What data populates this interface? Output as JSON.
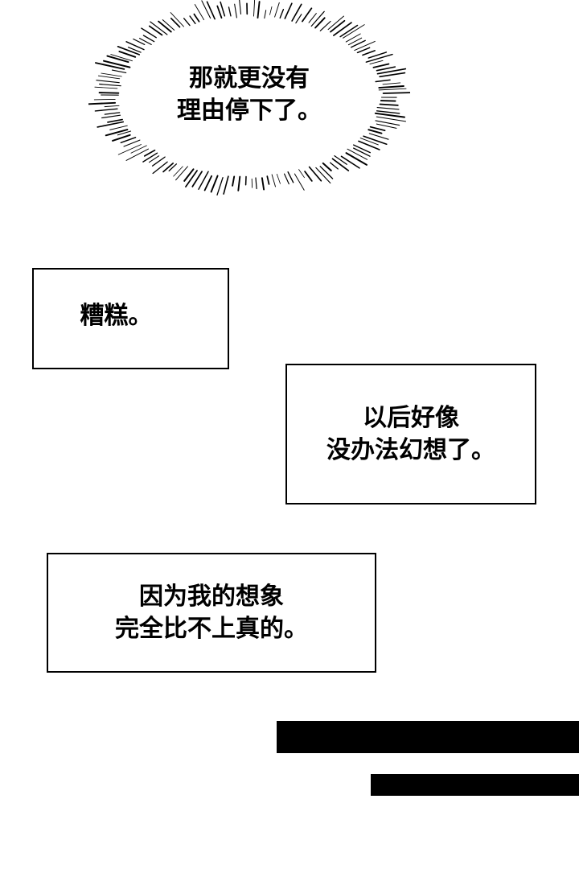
{
  "burst_bubble": {
    "lines": [
      "那就更没有",
      "理由停下了。"
    ]
  },
  "caption_boxes": [
    {
      "lines": [
        "糟糕。"
      ]
    },
    {
      "lines": [
        "以后好像",
        "没办法幻想了。"
      ]
    },
    {
      "lines": [
        "因为我的想象",
        "完全比不上真的。"
      ]
    }
  ]
}
